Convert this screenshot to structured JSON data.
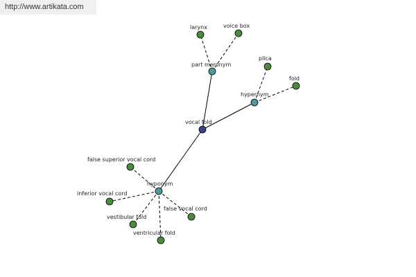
{
  "header": {
    "url": "http://www.artikata.com"
  },
  "colors": {
    "root_node": "#3b3f8c",
    "relation_node": "#4e9a98",
    "term_node": "#4c8a3c",
    "edge": "#000000"
  },
  "graph": {
    "root": {
      "label": "vocal fold",
      "kind": "root"
    },
    "relations": [
      {
        "id": "part_meronym",
        "label": "part meronym",
        "kind": "relation"
      },
      {
        "id": "hypernym",
        "label": "hypernym",
        "kind": "relation"
      },
      {
        "id": "hyponym",
        "label": "hyponym",
        "kind": "relation"
      }
    ],
    "terms": [
      {
        "label": "larynx",
        "relation": "part_meronym"
      },
      {
        "label": "voice box",
        "relation": "part_meronym"
      },
      {
        "label": "plica",
        "relation": "hypernym"
      },
      {
        "label": "fold",
        "relation": "hypernym"
      },
      {
        "label": "false superior vocal cord",
        "relation": "hyponym"
      },
      {
        "label": "inferior vocal cord",
        "relation": "hyponym"
      },
      {
        "label": "false vocal cord",
        "relation": "hyponym"
      },
      {
        "label": "vestibular fold",
        "relation": "hyponym"
      },
      {
        "label": "ventricular fold",
        "relation": "hyponym"
      }
    ]
  }
}
